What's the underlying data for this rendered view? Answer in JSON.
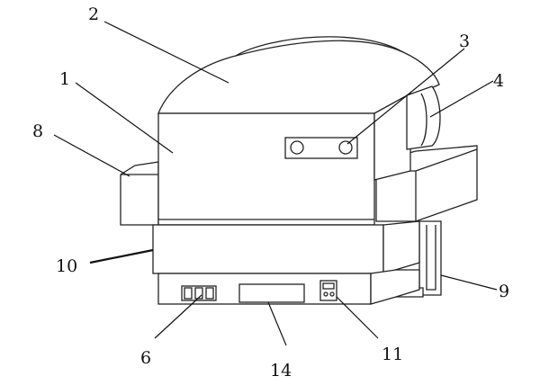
{
  "labels": {
    "l1": "1",
    "l2": "2",
    "l3": "3",
    "l4": "4",
    "l6": "6",
    "l8": "8",
    "l9": "9",
    "l10": "10",
    "l11": "11",
    "l14": "14"
  }
}
